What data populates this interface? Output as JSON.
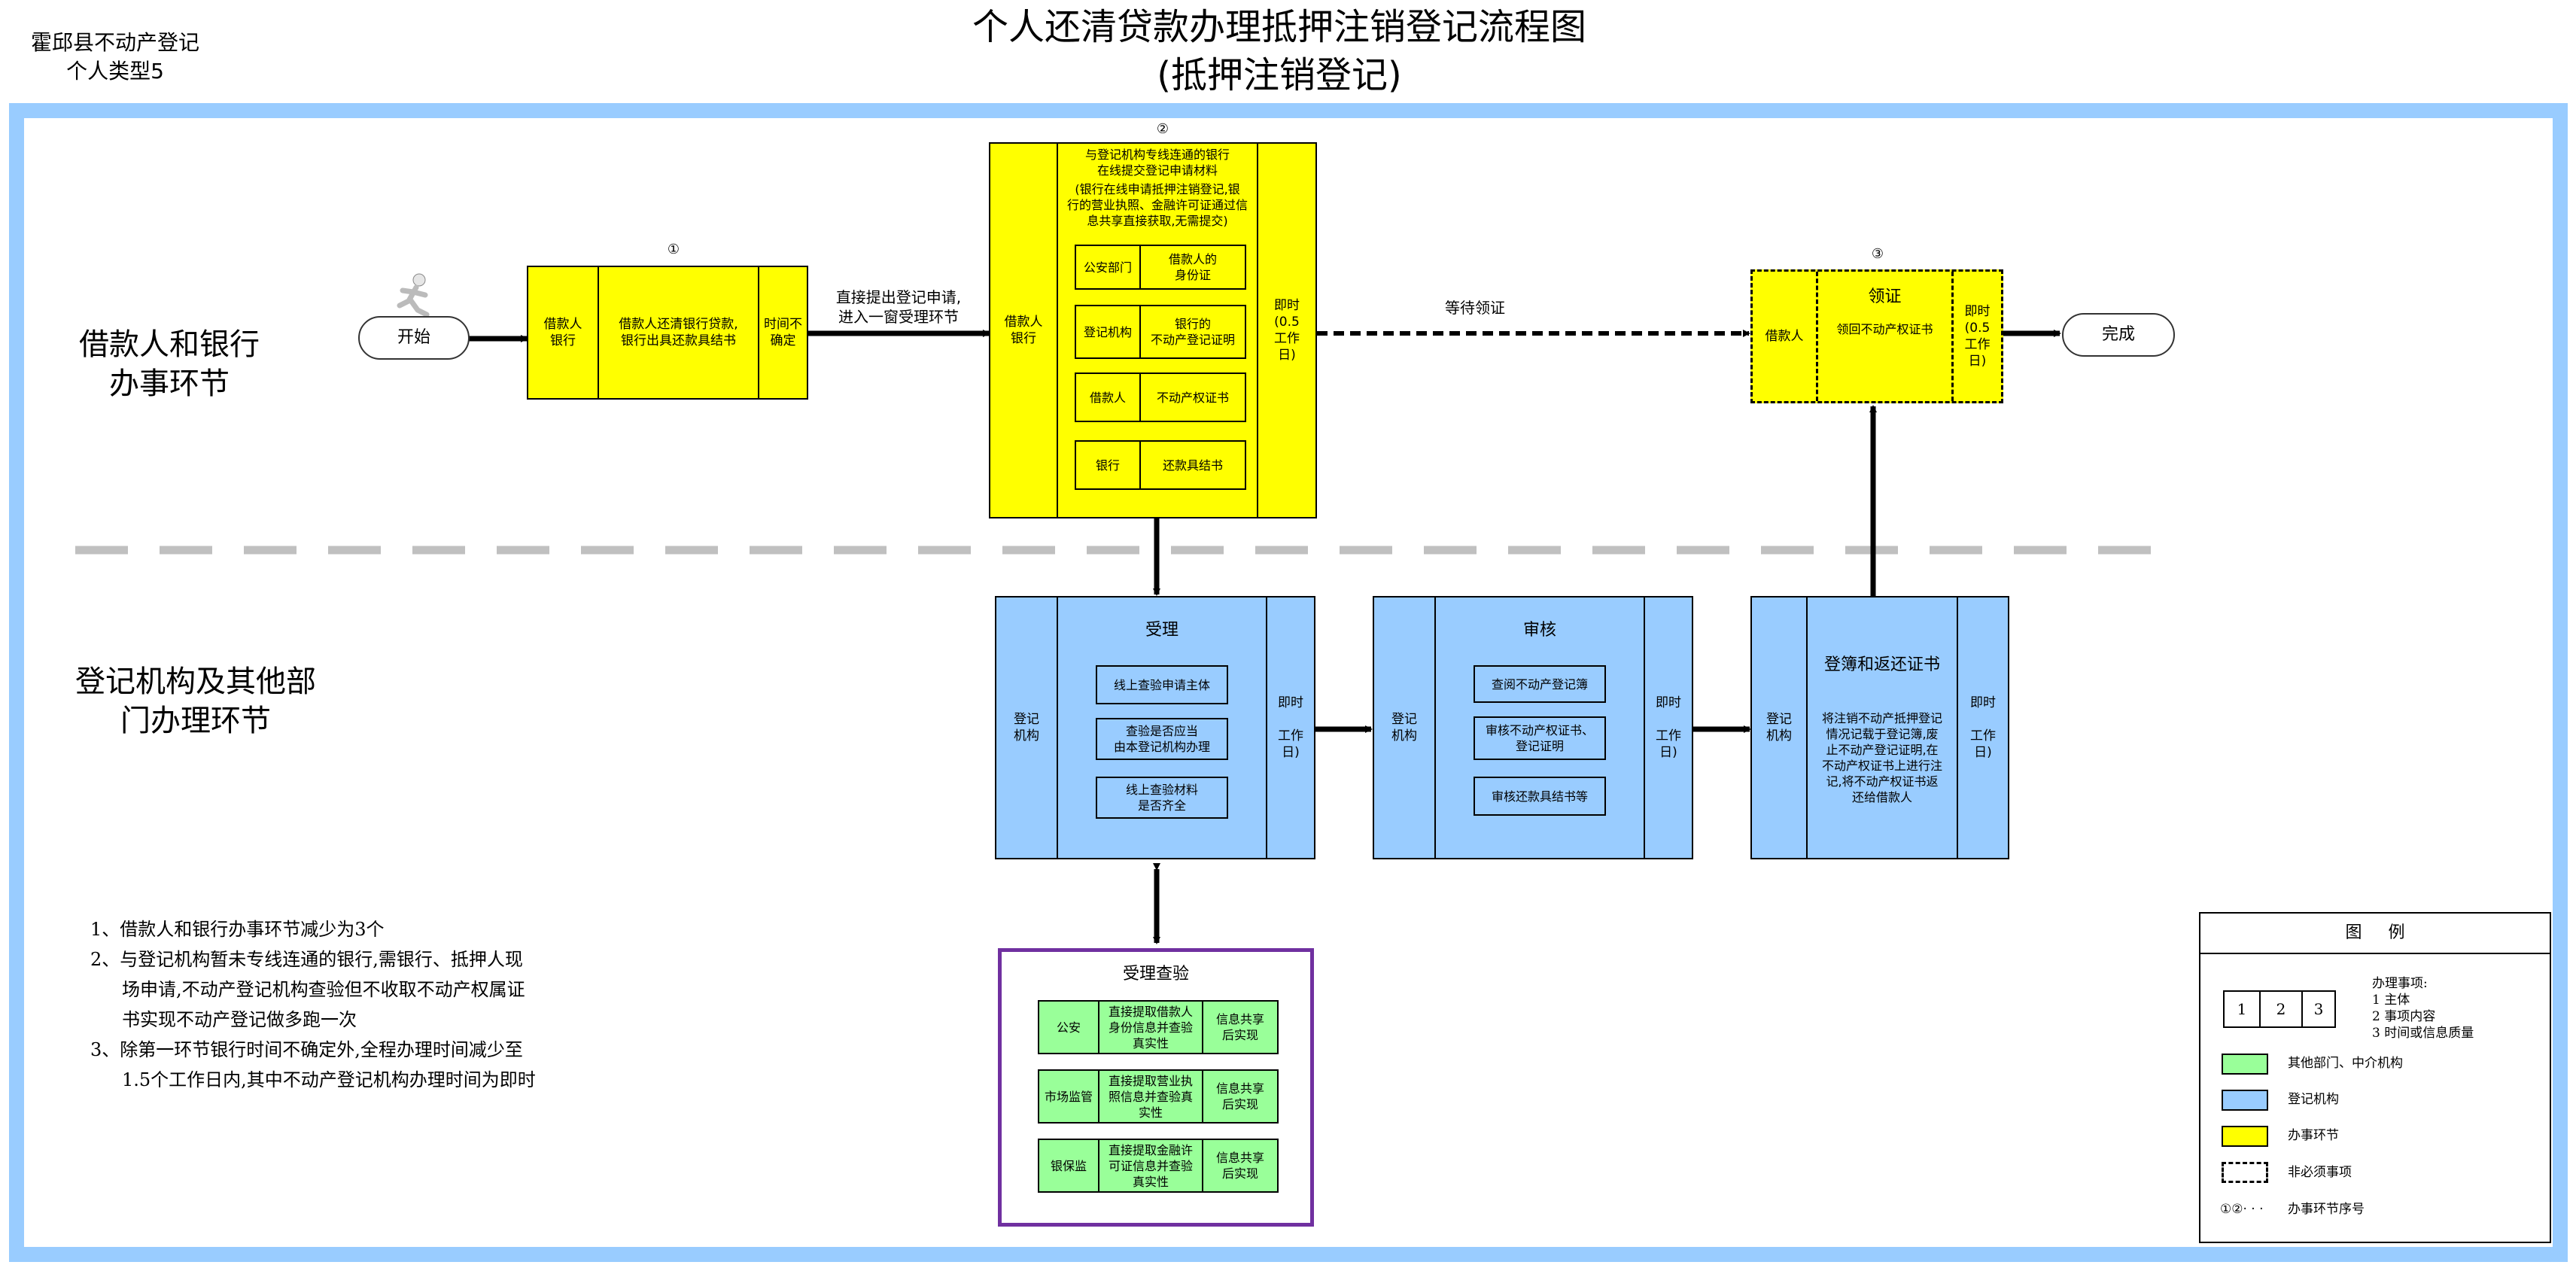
{
  "header": {
    "org_line1": "霍邱县不动产登记",
    "org_line2": "个人类型5",
    "title_line1": "个人还清贷款办理抵押注销登记流程图",
    "title_line2": "(抵押注销登记)"
  },
  "lanes": {
    "top_line1": "借款人和银行",
    "top_line2": "办事环节",
    "bottom_line1": "登记机构及其他部",
    "bottom_line2": "门办理环节"
  },
  "start": {
    "label": "开始"
  },
  "end": {
    "label": "完成"
  },
  "step1": {
    "number": "①",
    "subject": "借款人\n银行",
    "content": "借款人还清银行贷款,\n银行出具还款具结书",
    "time": "时间不\n确定"
  },
  "arrow1_label": "直接提出登记申请,\n进入一窗受理环节",
  "step2": {
    "number": "②",
    "subject": "借款人\n银行",
    "header": "与登记机构专线连通的银行\n在线提交登记申请材料",
    "note": "(银行在线申请抵押注销登记,银\n行的营业执照、金融许可证通过信\n息共享直接获取,无需提交)",
    "rows": [
      {
        "party": "公安部门",
        "item": "借款人的\n身份证"
      },
      {
        "party": "登记机构",
        "item": "银行的\n不动产登记证明"
      },
      {
        "party": "借款人",
        "item": "不动产权证书"
      },
      {
        "party": "银行",
        "item": "还款具结书"
      }
    ],
    "time": "即时\n(0.5\n工作\n日)"
  },
  "wait_label": "等待领证",
  "step3": {
    "number": "③",
    "subject": "借款人",
    "title": "领证",
    "content": "领回不动产权证书",
    "time": "即时\n(0.5\n工作\n日)"
  },
  "accept": {
    "subject": "登记\n机构",
    "title": "受理",
    "items": [
      "线上查验申请主体",
      "查验是否应当\n由本登记机构办理",
      "线上查验材料\n是否齐全"
    ],
    "time": "即时\n\n工作\n日)"
  },
  "review": {
    "subject": "登记\n机构",
    "title": "审核",
    "items": [
      "查阅不动产登记簿",
      "审核不动产权证书、\n登记证明",
      "审核还款具结书等"
    ],
    "time": "即时\n\n工作\n日)"
  },
  "register": {
    "subject": "登记\n机构",
    "title": "登簿和返还证书",
    "content": "将注销不动产抵押登记\n情况记载于登记簿,废\n止不动产登记证明,在\n不动产权证书上进行注\n记,将不动产权证书返\n还给借款人",
    "time": "即时\n\n工作\n日)"
  },
  "verify": {
    "title": "受理查验",
    "rows": [
      {
        "party": "公安",
        "content": "直接提取借款人\n身份信息并查验\n真实性",
        "status": "信息共享\n后实现"
      },
      {
        "party": "市场监管",
        "content": "直接提取营业执\n照信息并查验真\n实性",
        "status": "信息共享\n后实现"
      },
      {
        "party": "银保监",
        "content": "直接提取金融许\n可证信息并查验\n真实性",
        "status": "信息共享\n后实现"
      }
    ]
  },
  "notes": [
    "1、借款人和银行办事环节减少为3个",
    "2、与登记机构暂未专线连通的银行,需银行、抵押人现",
    "场申请,不动产登记机构查验但不收取不动产权属证",
    "书实现不动产登记做多跑一次",
    "3、除第一环节银行时间不确定外,全程办理时间减少至",
    "1.5个工作日内,其中不动产登记机构办理时间为即时"
  ],
  "legend": {
    "title": "图     例",
    "box_numbers": [
      "1",
      "2",
      "3"
    ],
    "items_title": "办理事项:",
    "items": [
      "1 主体",
      "2 事项内容",
      "3 时间或信息质量"
    ],
    "green_label": "其他部门、中介机构",
    "blue_label": "登记机构",
    "yellow_label": "办事环节",
    "dashed_label": "非必须事项",
    "seq_symbol": "①②· · ·",
    "seq_label": "办事环节序号",
    "colors": {
      "green": "#99ff99",
      "blue": "#99ccff",
      "yellow": "#ffff00",
      "frame": "#99ccff",
      "verify_border": "#7030a0"
    }
  }
}
